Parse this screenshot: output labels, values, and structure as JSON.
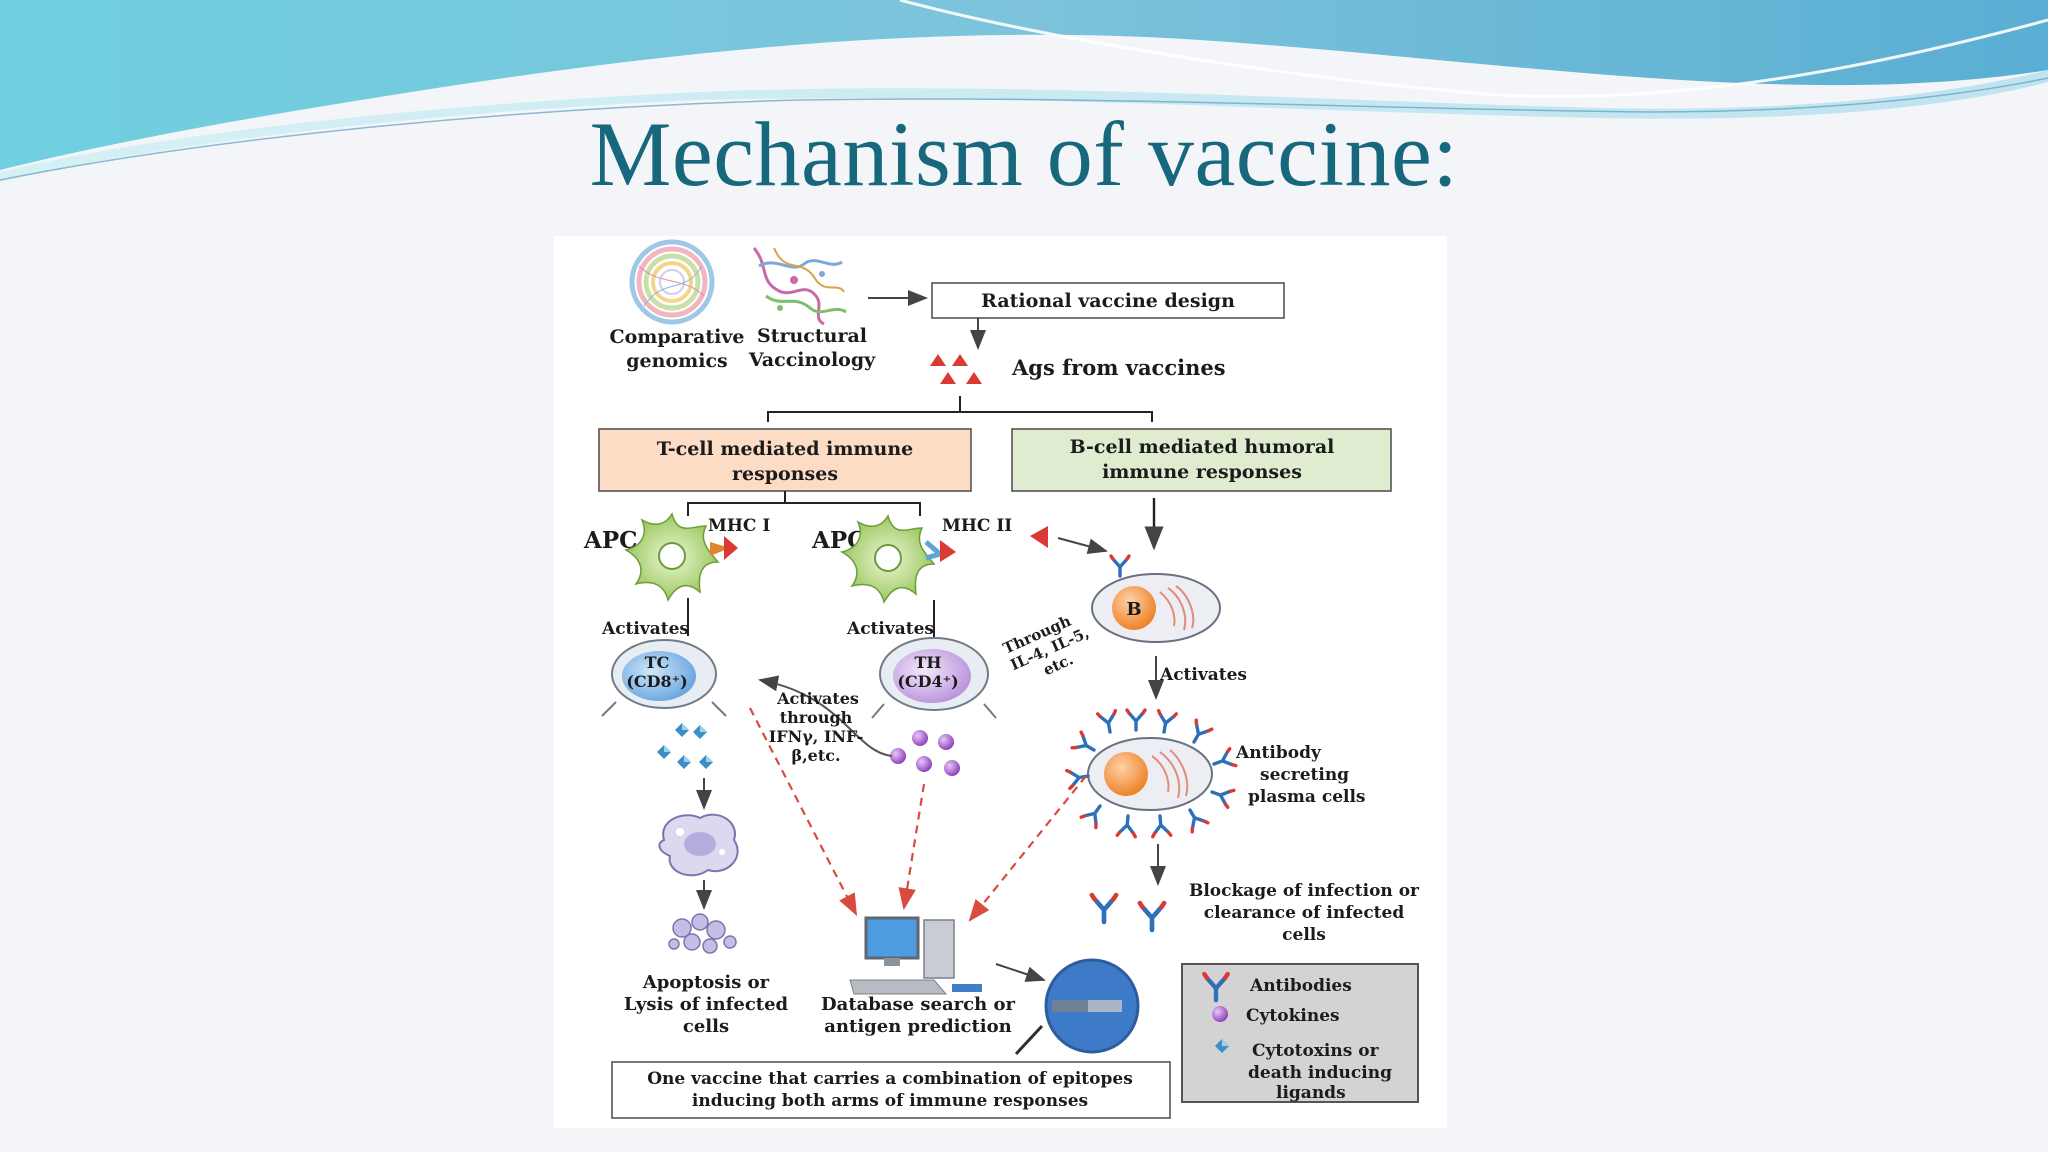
{
  "slide": {
    "title": "Mechanism of vaccine:"
  },
  "diagram": {
    "comparative": [
      "Comparative",
      "genomics"
    ],
    "structural": [
      "Structural",
      "Vaccinology"
    ],
    "rational_design": "Rational vaccine design",
    "ags": "Ags from vaccines",
    "tcell_box": [
      "T-cell mediated immune",
      "responses"
    ],
    "bcell_box": [
      "B-cell mediated humoral",
      "immune responses"
    ],
    "apc": "APC",
    "mhc1": "MHC I",
    "mhc2": "MHC II",
    "activates": "Activates",
    "tc": [
      "TC",
      "(CD8⁺)"
    ],
    "th": [
      "TH",
      "(CD4⁺)"
    ],
    "b": "B",
    "through_il": [
      "Through",
      "IL-4, IL-5,",
      "etc."
    ],
    "activates_through": [
      "Activates",
      "through",
      "IFNγ, INF-",
      "β,etc."
    ],
    "plasma": [
      "Antibody",
      "secreting",
      "plasma cells"
    ],
    "blockage": [
      "Blockage of infection or",
      "clearance of infected",
      "cells"
    ],
    "apoptosis": [
      "Apoptosis or",
      "Lysis of infected",
      "cells"
    ],
    "database": [
      "Database search or",
      "antigen prediction"
    ],
    "final": [
      "One vaccine that carries a combination of epitopes",
      "inducing both arms of immune responses"
    ],
    "legend": {
      "antibodies": "Antibodies",
      "cytokines": "Cytokines",
      "cytotoxins": [
        "Cytotoxins or",
        "death inducing",
        "ligands"
      ]
    },
    "colors": {
      "tcell_fill": "#fcdcc5",
      "bcell_fill": "#dfeccf",
      "antigen": "#d93a34",
      "cytokine": "#9b4fc5",
      "tc_cell": "#6aa9e3",
      "th_cell": "#c8a4e6",
      "b_nucleus": "#f08a2c",
      "dashed_arrow": "#d94a3f"
    }
  }
}
